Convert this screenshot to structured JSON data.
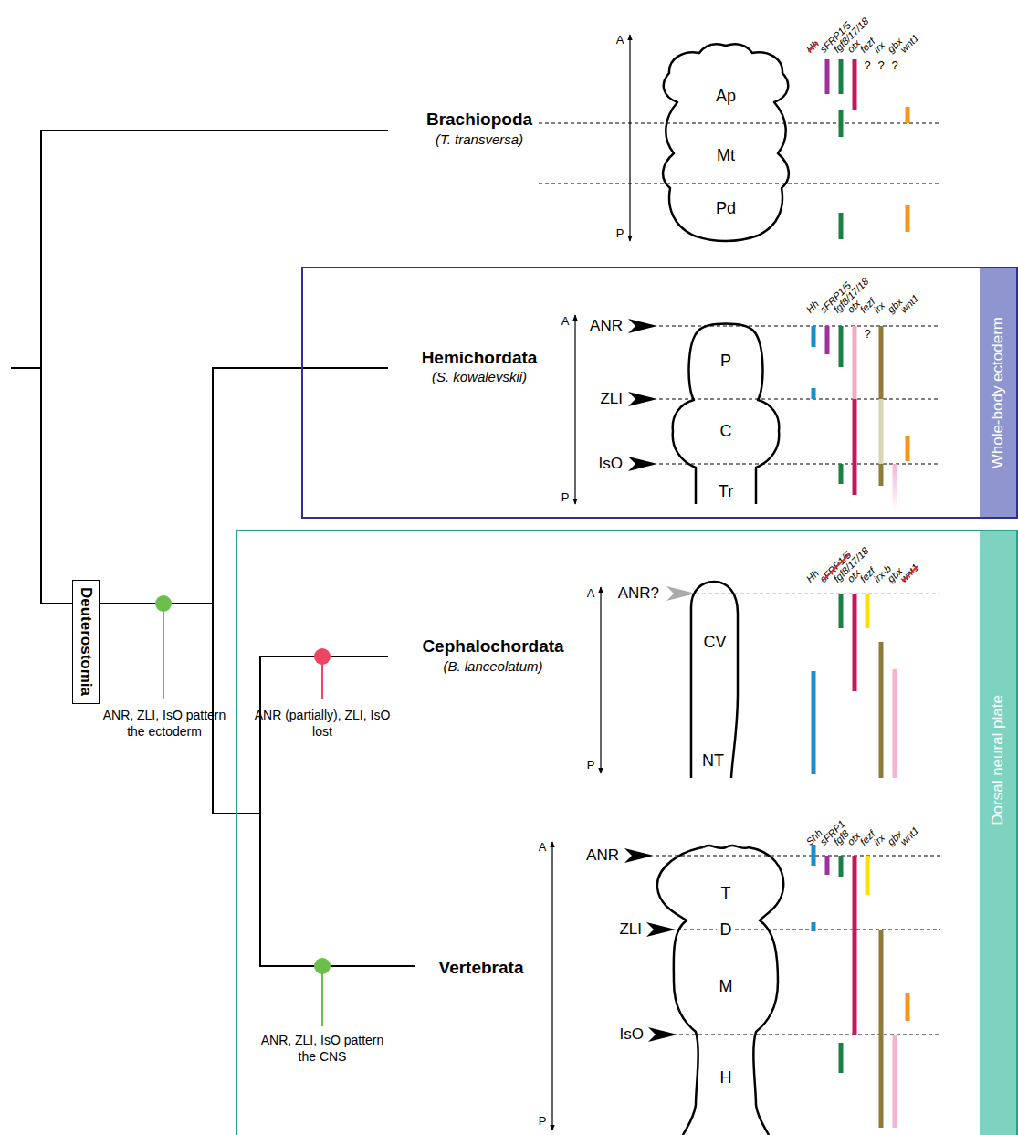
{
  "diagram": {
    "nodes": [
      {
        "text": [
          "Deuterostomia"
        ]
      },
      {
        "text": [
          "Whole-body ectoderm"
        ]
      },
      {
        "text": [
          "Dorsal neural plate"
        ]
      }
    ],
    "labels": [
      "Brachiopoda",
      "(T. transversa)",
      "A",
      "P",
      "Ap",
      "Mt",
      "Pd",
      "Hh",
      "sFRP1/5",
      "fgf8/17/18",
      "otx",
      "fezf",
      "irx",
      "gbx",
      "wnt1",
      "?",
      "?",
      "?",
      "Hemichordata",
      "(S. kowalevskii)",
      "A",
      "P",
      "ANR",
      "ZLI",
      "IsO",
      "P",
      "C",
      "Tr",
      "Hh",
      "sFRP1/5",
      "fgf8/17/18",
      "otx",
      "fezf",
      "irx",
      "gbx",
      "wnt1",
      "?",
      "Cephalochordata",
      "(B. lanceolatum)",
      "A",
      "P",
      "ANR?",
      "CV",
      "NT",
      "Hh",
      "sFRP1/5",
      "fgf8/17/18",
      "otx",
      "fezf",
      "irx-b",
      "gbx",
      "wnt1",
      "Vertebrata",
      "A",
      "P",
      "ANR",
      "ZLI",
      "IsO",
      "T",
      "D",
      "M",
      "H",
      "Shh",
      "sFRP1",
      "fgf8",
      "otx",
      "fezf",
      "irx",
      "gbx",
      "wnt1",
      "ANR, ZLI, IsO pattern the ectoderm",
      "ANR (partially), ZLI, IsO lost",
      "ANR, ZLI, IsO pattern the CNS"
    ]
  }
}
